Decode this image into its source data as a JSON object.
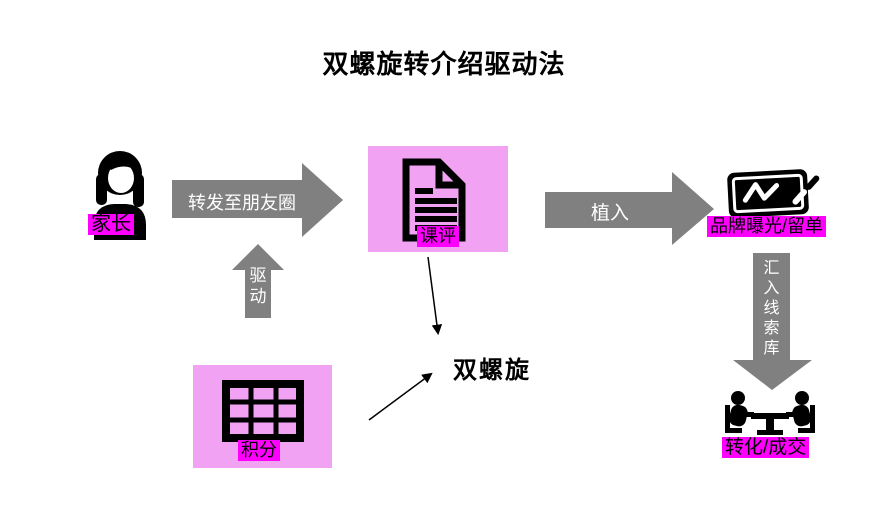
{
  "title": "双螺旋转介绍驱动法",
  "center_label": "双螺旋",
  "colors": {
    "box_pink": "#F1A2F3",
    "highlight_magenta": "#FF00FF",
    "arrow_gray": "#808080",
    "icon_black": "#000000"
  },
  "nodes": {
    "parent": {
      "label": "家长",
      "icon": "woman-icon"
    },
    "course_review": {
      "label": "课评",
      "icon": "document-icon"
    },
    "brand_exposure": {
      "label": "品牌曝光/留单",
      "icon": "whiteboard-pen-icon"
    },
    "conversion": {
      "label": "转化/成交",
      "icon": "meeting-table-icon"
    },
    "points": {
      "label": "积分",
      "icon": "grid-table-icon"
    }
  },
  "arrows": {
    "forward_moments": {
      "label": "转发至朋友圈",
      "direction": "right"
    },
    "drive": {
      "label": "驱动",
      "direction": "up"
    },
    "implant": {
      "label": "植入",
      "direction": "right"
    },
    "lead_pool": {
      "label": "汇入线索库",
      "direction": "down"
    }
  }
}
